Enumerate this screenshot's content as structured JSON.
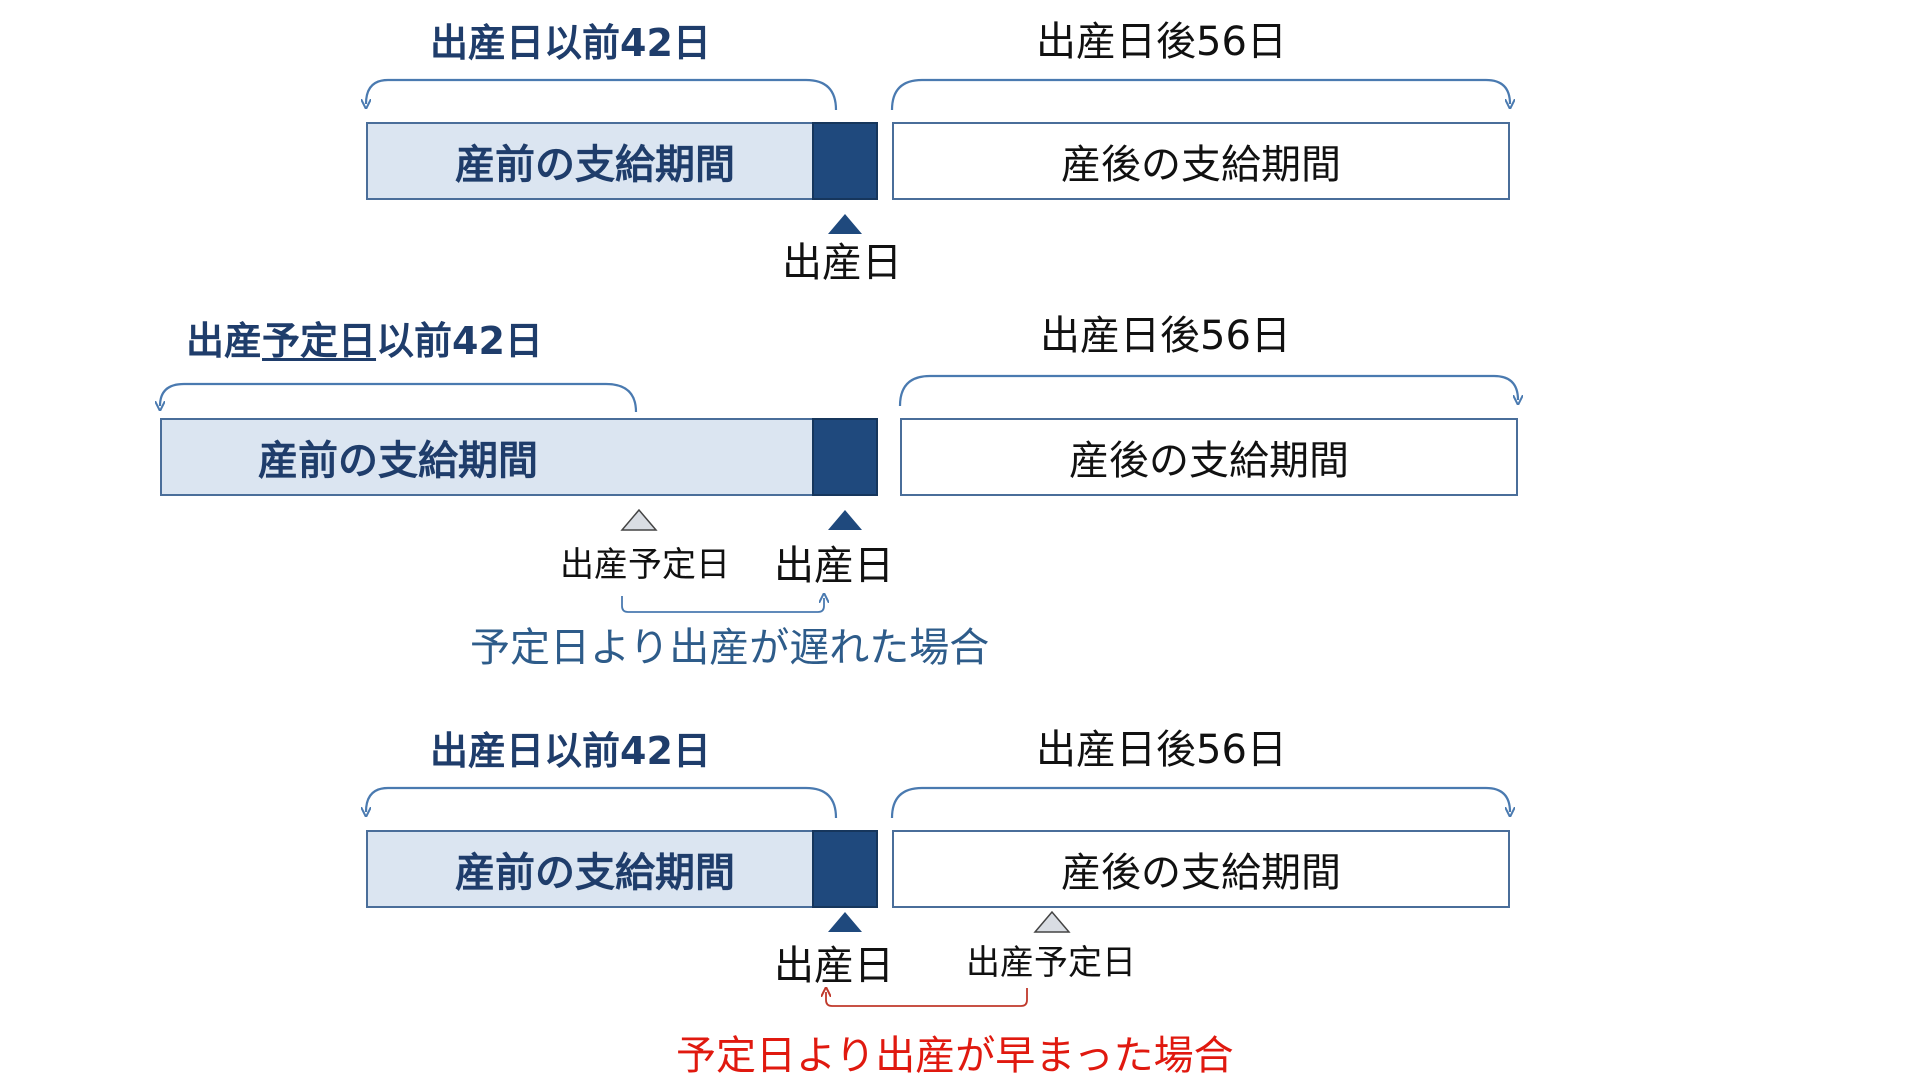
{
  "colors": {
    "pre_fill": "#dbe5f1",
    "border": "#4a6e9a",
    "birth_day_fill": "#1f497d",
    "title_blue": "#1f3d6b",
    "late_note": "#2e5c8a",
    "early_note": "#e0190f"
  },
  "section1": {
    "before_label": "出産日以前42日",
    "after_label": "出産日後56日",
    "pre_period": "産前の支給期間",
    "post_period": "産後の支給期間",
    "birth_day": "出産日"
  },
  "section2": {
    "before_label_a": "出産",
    "before_label_b": "予定日",
    "before_label_c": "以前42日",
    "after_label": "出産日後56日",
    "pre_period": "産前の支給期間",
    "post_period": "産後の支給期間",
    "due_date": "出産予定日",
    "birth_day": "出産日",
    "note": "予定日より出産が遅れた場合"
  },
  "section3": {
    "before_label": "出産日以前42日",
    "after_label": "出産日後56日",
    "pre_period": "産前の支給期間",
    "post_period": "産後の支給期間",
    "birth_day": "出産日",
    "due_date": "出産予定日",
    "note": "予定日より出産が早まった場合"
  }
}
